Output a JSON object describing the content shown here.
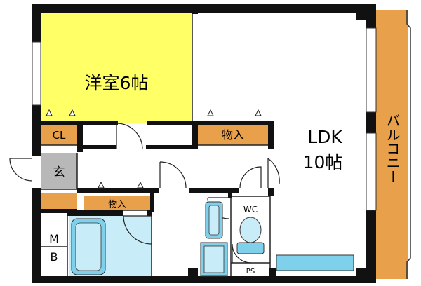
{
  "rooms": {
    "western_room": {
      "label": "洋室6帖"
    },
    "closet": {
      "label": "CL"
    },
    "storage_upper": {
      "label": "物入"
    },
    "storage_lower": {
      "label": "物入"
    },
    "entrance": {
      "label": "玄"
    },
    "ldk": {
      "label_line1": "LDK",
      "label_line2": "10帖"
    },
    "balcony": {
      "label": "バルコニー"
    },
    "meter_box": {
      "label_line1": "M",
      "label_line2": "B"
    },
    "toilet": {
      "label": "WC"
    },
    "pipe_space": {
      "label": "PS"
    }
  },
  "colors": {
    "western_room": "#ffff66",
    "storage": "#e8a04a",
    "entrance": "#b8b8b8",
    "wet_area": "#c8ecf8",
    "fixture": "#7fd0ea",
    "balcony": "#e8a04a",
    "wall": "#111111"
  }
}
